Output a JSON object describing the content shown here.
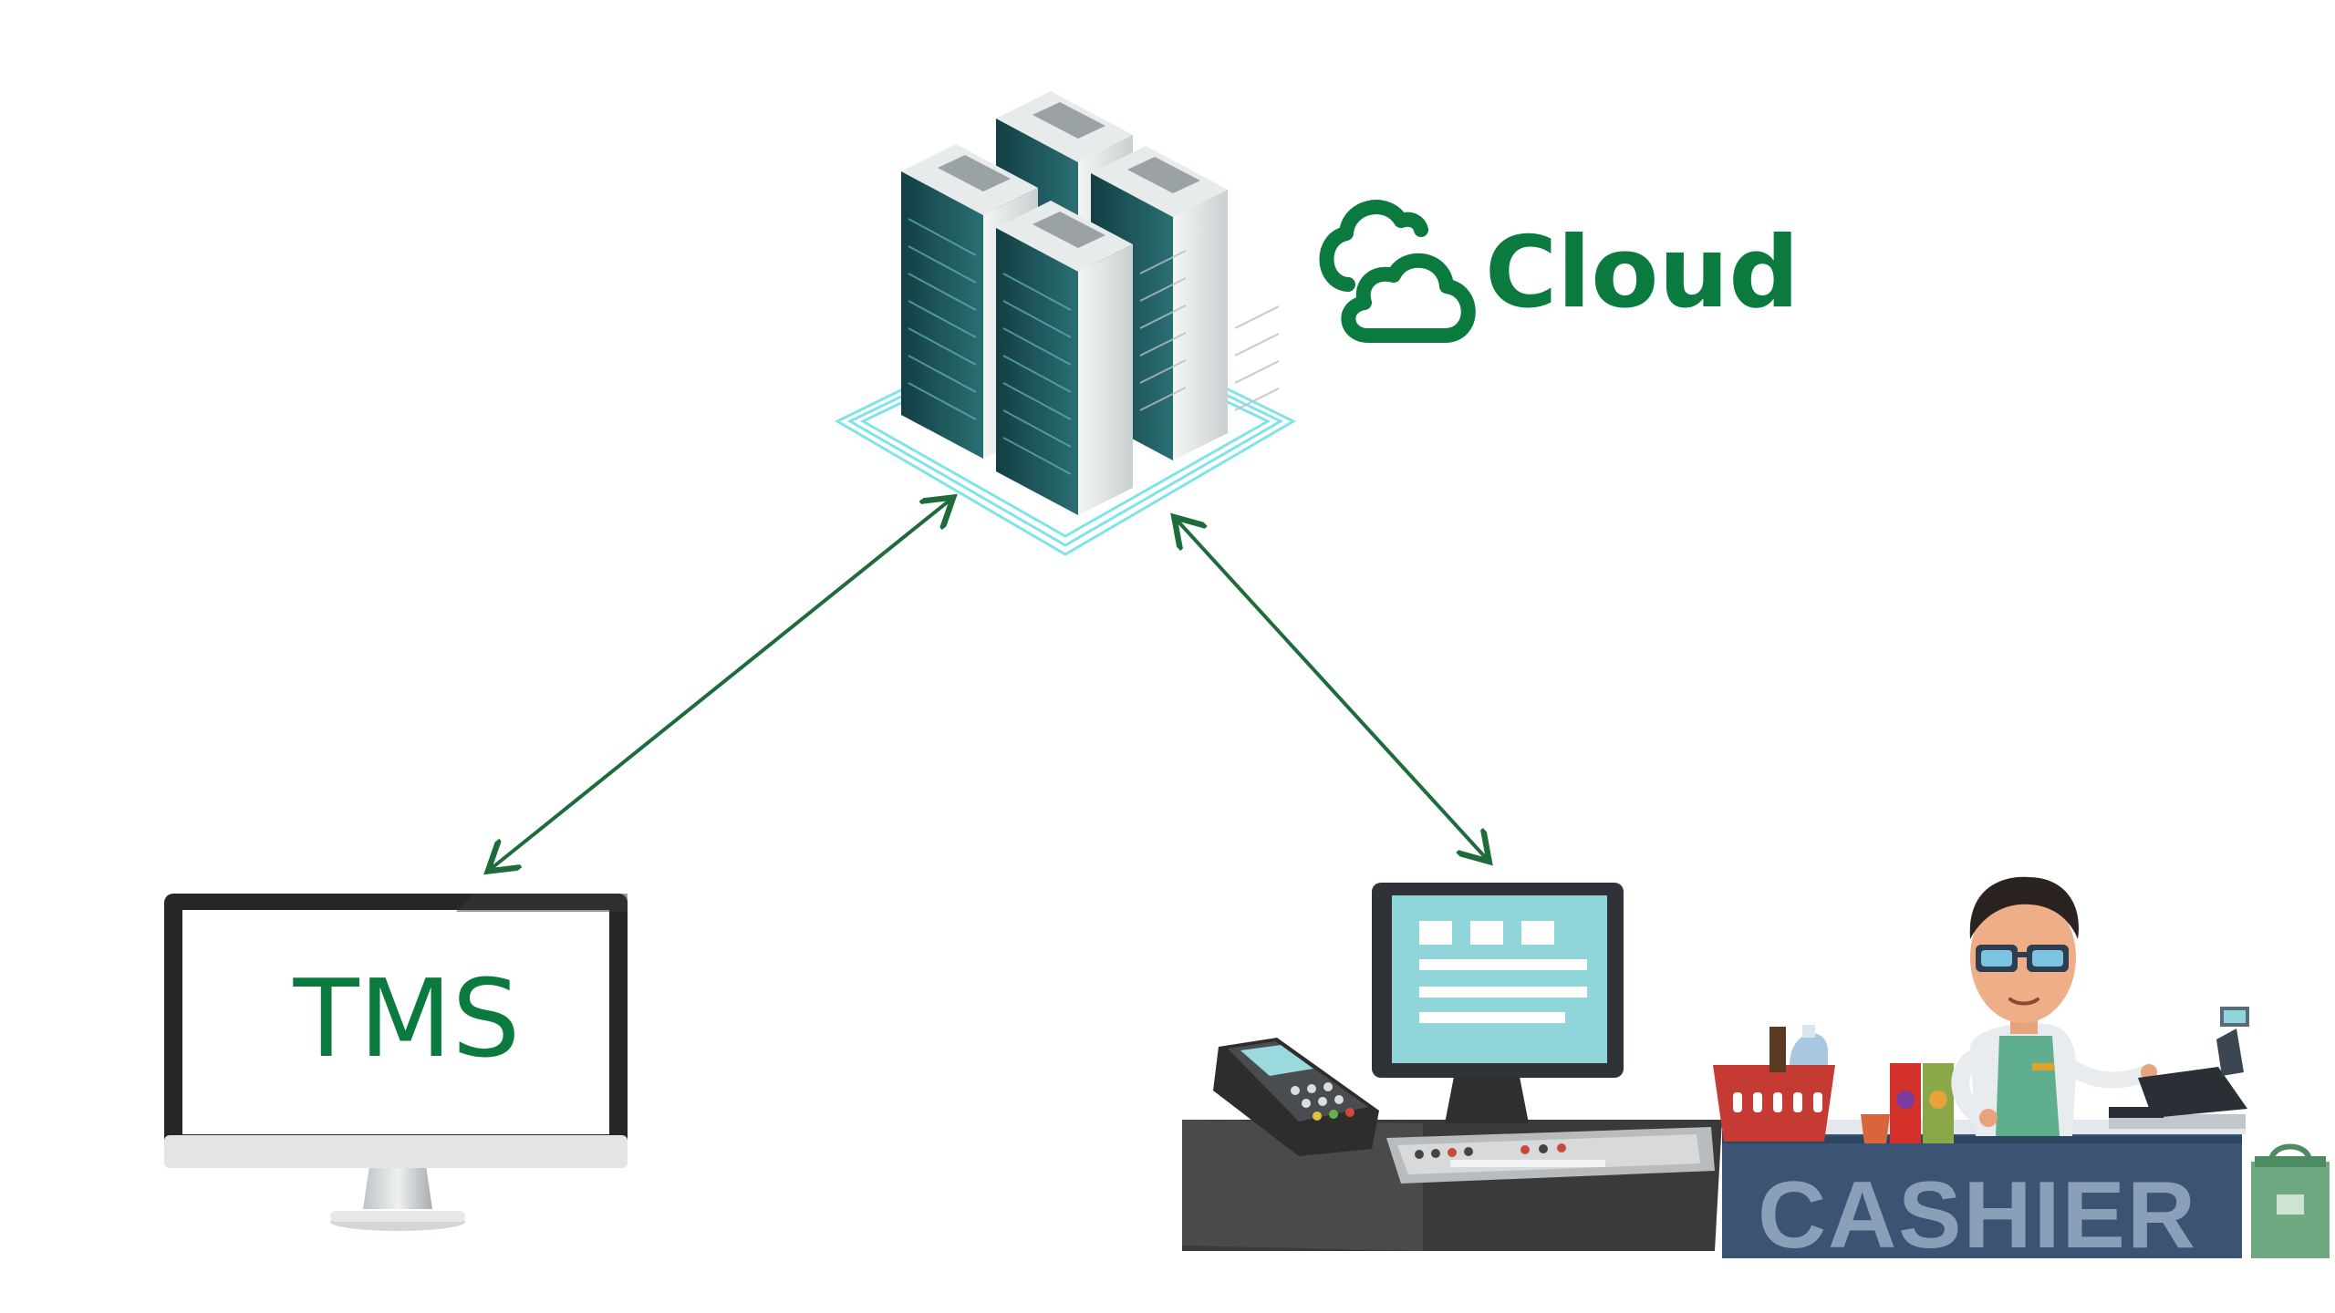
{
  "diagram": {
    "cloud_label": "Cloud",
    "tms_label": "TMS",
    "cashier_label": "CASHIER"
  },
  "colors": {
    "brand_green": "#0b7a3e",
    "arrow_green": "#1e6b3b",
    "server_teal": "#1e5b5f",
    "platform_cyan": "#7fe3e8",
    "screen_cyan": "#8fd5d9",
    "counter_navy": "#3b5474"
  },
  "icons": [
    "server-rack-icon",
    "cloud-icon",
    "monitor-icon",
    "pos-terminal-icon",
    "card-reader-icon",
    "cashier-person-icon",
    "shopping-basket-icon"
  ]
}
